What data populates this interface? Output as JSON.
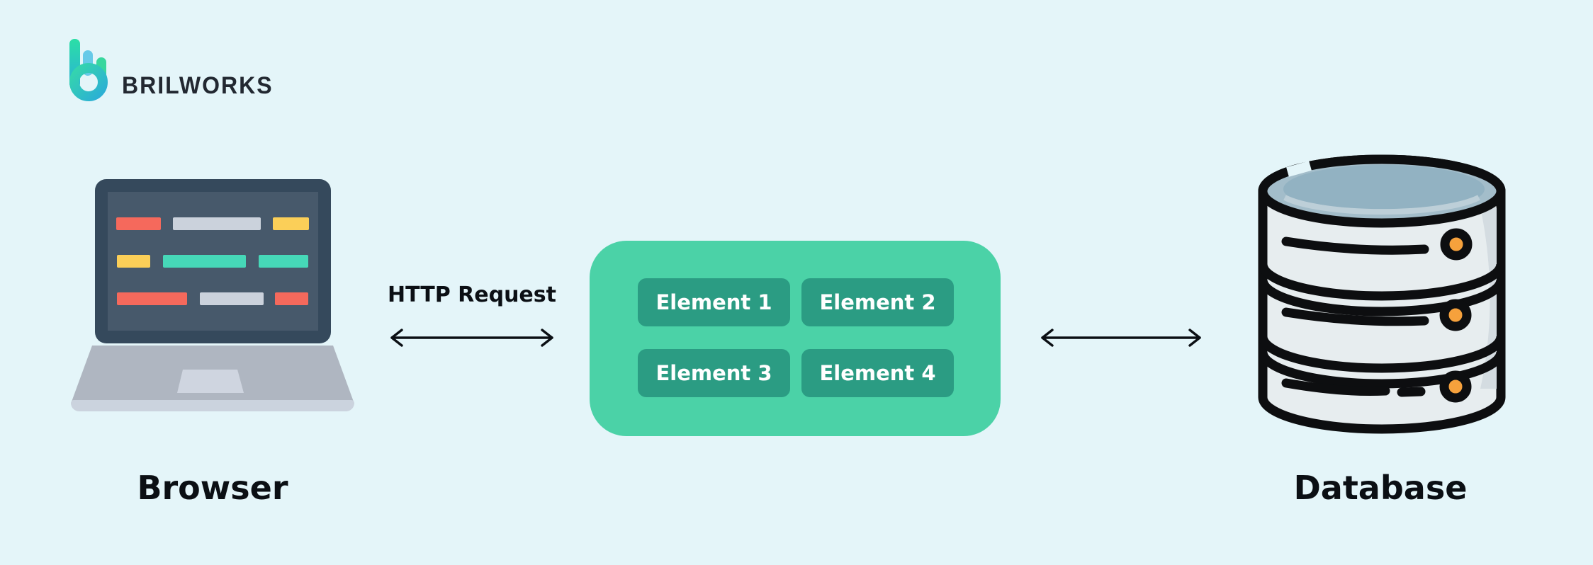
{
  "brand": {
    "name": "BRILWORKS"
  },
  "nodes": {
    "browser": {
      "label": "Browser"
    },
    "server": {
      "elements": [
        "Element 1",
        "Element 2",
        "Element 3",
        "Element 4"
      ]
    },
    "database": {
      "label": "Database"
    }
  },
  "connections": {
    "browser_server": {
      "label": "HTTP Request",
      "type": "bidirectional-arrow"
    },
    "server_database": {
      "label": "",
      "type": "bidirectional-arrow"
    }
  },
  "colors": {
    "background": "#E4F5F9",
    "brand_text": "#222831",
    "logo_green": "#2BDFA6",
    "logo_blue": "#2BB0D8",
    "container_green": "#4BD2A7",
    "element_button_green": "#2B9C83",
    "element_text": "#FFFFFF",
    "laptop_frame": "#35495C",
    "laptop_display": "#47596B",
    "code_bar_red": "#F5695C",
    "code_bar_yellow": "#FBCF58",
    "code_bar_gray": "#CBD2DC",
    "code_bar_teal": "#46D8B8",
    "laptop_base_gray": "#AFB6C1",
    "db_body": "#E7EDEF",
    "db_top": "#A3BDCA",
    "db_knob_orange": "#F6A13C",
    "outline_black": "#0D0E10",
    "label_text": "#0B0F14"
  }
}
